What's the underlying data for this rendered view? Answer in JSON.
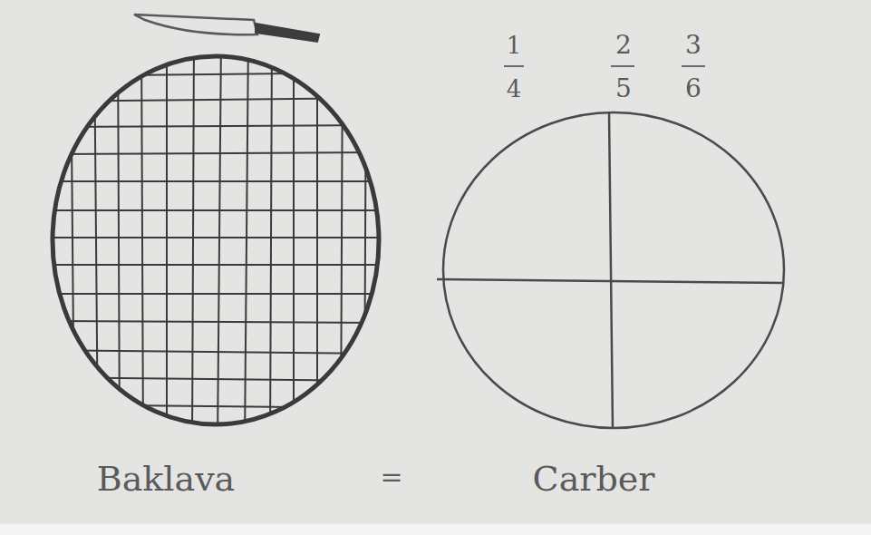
{
  "diagram": {
    "labels": [
      "1",
      "4",
      "2",
      "5",
      "3",
      "6",
      "Baklava",
      "=",
      "Carber"
    ]
  }
}
